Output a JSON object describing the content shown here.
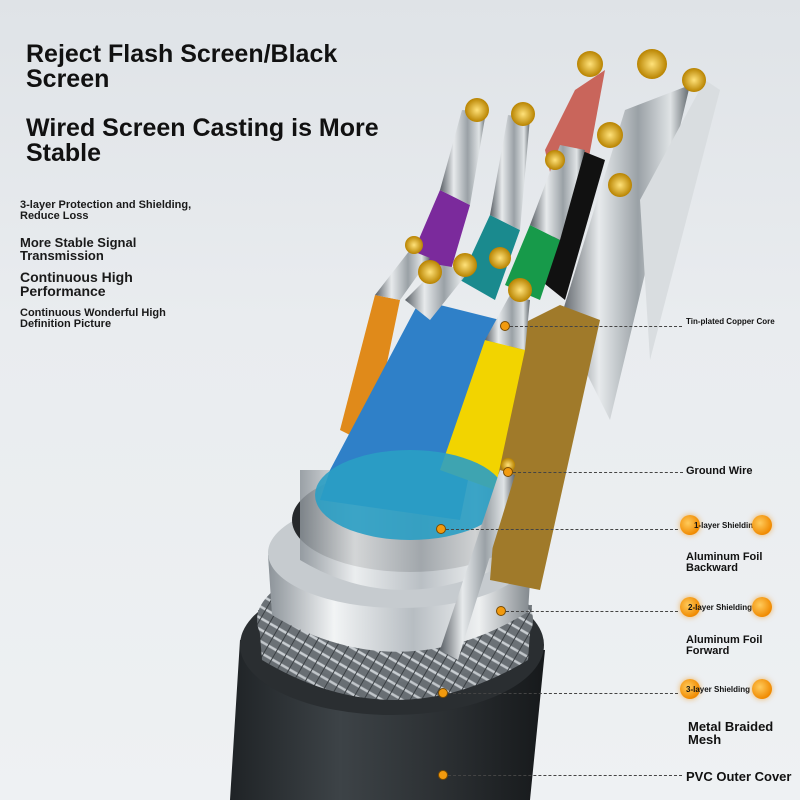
{
  "headlines": {
    "line1": "Reject Flash Screen/Black Screen",
    "line2": "Wired Screen Casting is More Stable"
  },
  "features": [
    "3-layer Protection and Shielding, Reduce Loss",
    "More Stable Signal Transmission",
    "Continuous High Performance",
    "Continuous Wonderful High Definition Picture"
  ],
  "callouts": {
    "tin_core": "Tin-plated Copper Core",
    "ground_wire": "Ground Wire",
    "layer1_badge": "1-layer Shielding",
    "aluminum_backward": "Aluminum Foil Backward",
    "layer2_badge": "2-layer Shielding",
    "aluminum_forward": "Aluminum Foil Forward",
    "layer3_badge": "3-layer Shielding",
    "braided_mesh": "Metal Braided Mesh",
    "pvc_cover": "PVC Outer Cover"
  },
  "colors": {
    "callout_dot": "#f29a0e",
    "wire_purple": "#7b2a9c",
    "wire_teal": "#1a8a8e",
    "wire_green": "#179a4a",
    "wire_orange": "#e08a1a",
    "wire_yellow": "#f2d400",
    "wire_blue": "#2f80c8",
    "wire_black": "#111111",
    "wire_olive": "#a07a2a",
    "wire_red": "#c0392b",
    "jacket": "#2d3236"
  }
}
